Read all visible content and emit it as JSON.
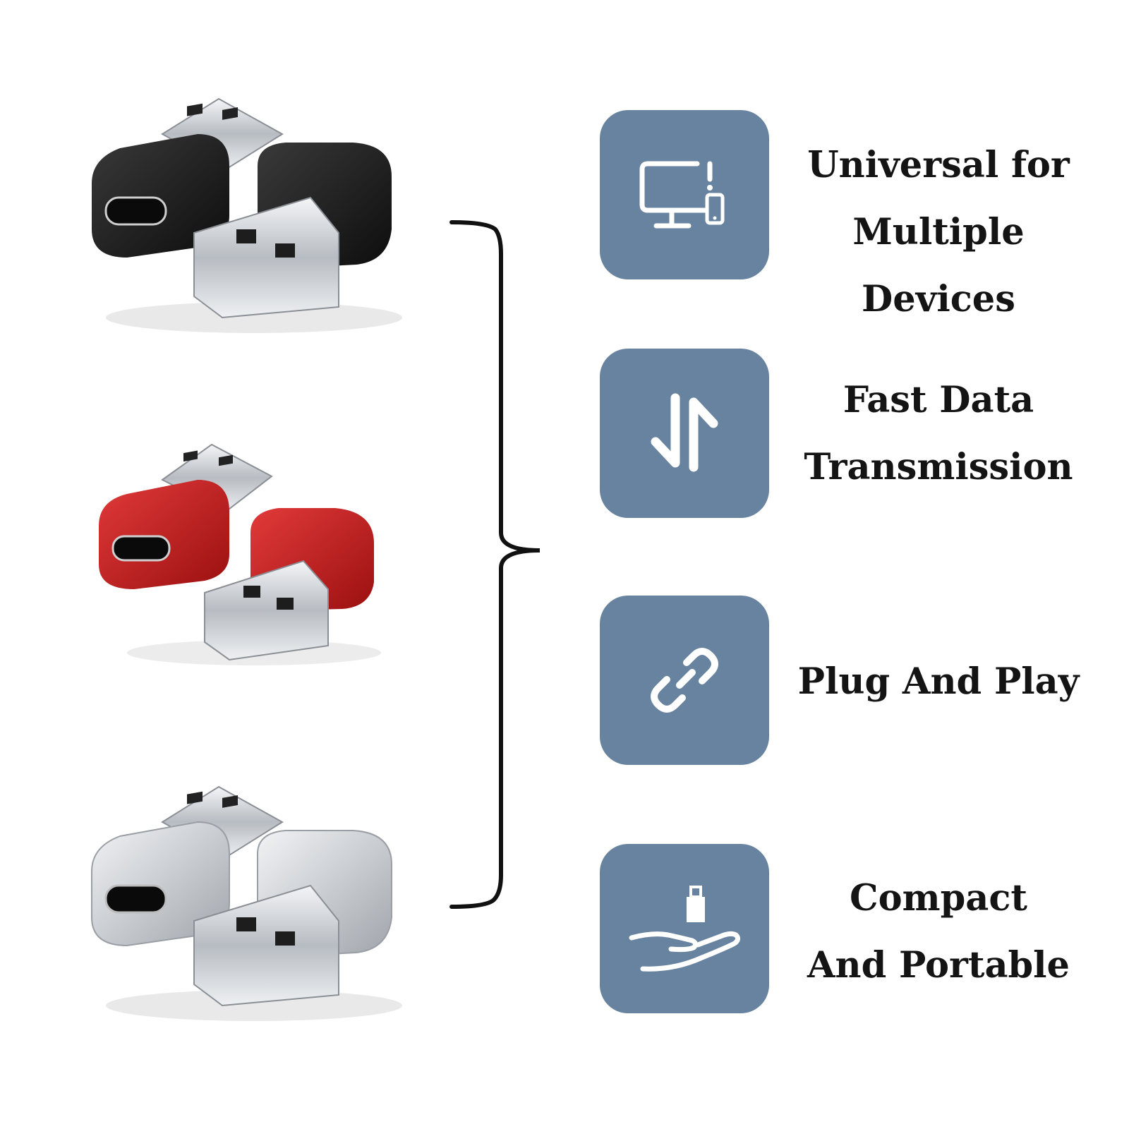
{
  "features": [
    {
      "icon": "devices-icon",
      "line1": "Universal for",
      "line2": "Multiple Devices"
    },
    {
      "icon": "transfer-arrows-icon",
      "line1": "Fast Data",
      "line2": "Transmission"
    },
    {
      "icon": "link-icon",
      "line1": "Plug And Play",
      "line2": ""
    },
    {
      "icon": "hand-holding-adapter-icon",
      "line1": "Compact",
      "line2": "And Portable"
    }
  ],
  "products": [
    {
      "name": "black adapter pair",
      "color": "#161616"
    },
    {
      "name": "red adapter pair",
      "color": "#c81e1e"
    },
    {
      "name": "silver adapter pair",
      "color": "#c8cbcf"
    }
  ],
  "colors": {
    "icon_tile": "#6783a0",
    "text": "#141414",
    "background": "#ffffff"
  }
}
